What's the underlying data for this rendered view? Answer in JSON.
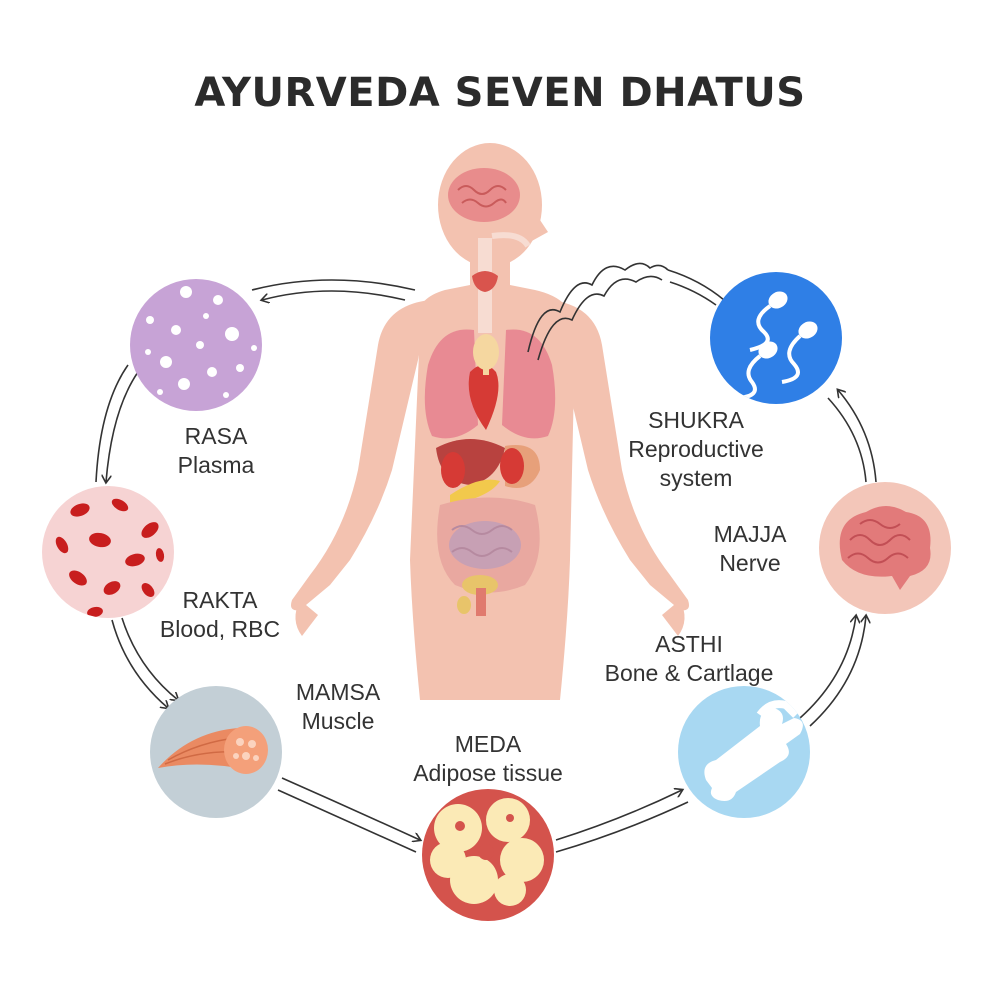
{
  "title": "AYURVEDA SEVEN DHATUS",
  "dhatus": [
    {
      "name": "RASA",
      "desc": [
        "Plasma"
      ],
      "color": "#c7a3d6",
      "icon": "plasma-bubbles-icon"
    },
    {
      "name": "RAKTA",
      "desc": [
        "Blood, RBC"
      ],
      "color": "#f6d3d3",
      "icon": "red-blood-cells-icon"
    },
    {
      "name": "MAMSA",
      "desc": [
        "Muscle"
      ],
      "color": "#c3cfd6",
      "icon": "muscle-fiber-icon"
    },
    {
      "name": "MEDA",
      "desc": [
        "Adipose tissue"
      ],
      "color": "#d4534c",
      "icon": "fat-cells-icon"
    },
    {
      "name": "ASTHI",
      "desc": [
        "Bone & Cartlage"
      ],
      "color": "#a8d8f2",
      "icon": "bone-icon"
    },
    {
      "name": "MAJJA",
      "desc": [
        "Nerve"
      ],
      "color": "#f3c6b9",
      "icon": "brain-icon"
    },
    {
      "name": "SHUKRA",
      "desc": [
        "Reproductive",
        "system"
      ],
      "color": "#2f7fe6",
      "icon": "sperm-cells-icon"
    }
  ],
  "colors": {
    "title": "#2b2b2b",
    "skin": "#f3c2b0",
    "arrows": "#333333"
  }
}
